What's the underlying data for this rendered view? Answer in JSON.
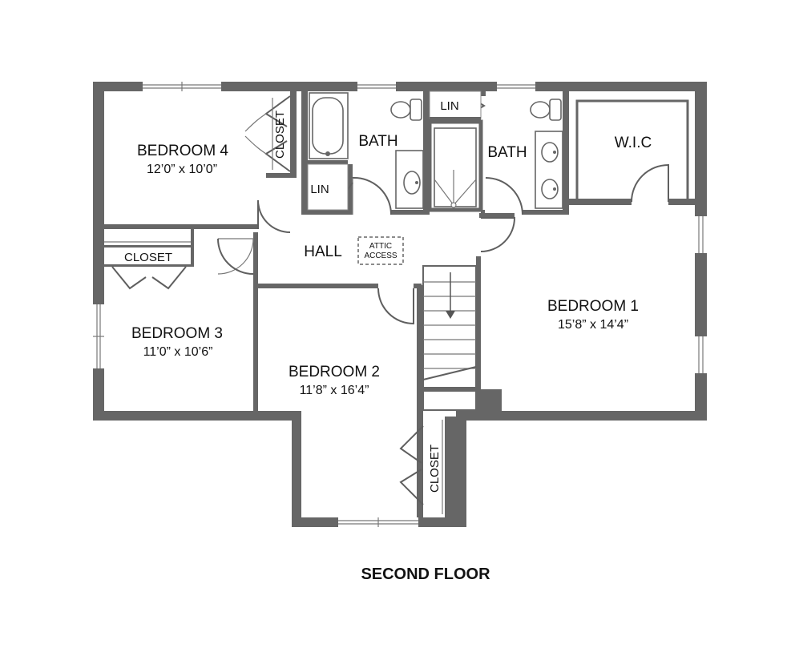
{
  "plan": {
    "title": "SECOND FLOOR",
    "wall_color": "#666666",
    "rooms": {
      "bedroom4": {
        "name": "BEDROOM 4",
        "dims": "12’0” x 10’0”"
      },
      "bedroom3": {
        "name": "BEDROOM 3",
        "dims": "11’0” x 10’6”"
      },
      "bedroom2": {
        "name": "BEDROOM 2",
        "dims": "11’8” x 16’4”"
      },
      "bedroom1": {
        "name": "BEDROOM 1",
        "dims": "15’8” x 14’4”"
      },
      "bath_hall": {
        "name": "BATH"
      },
      "bath_master": {
        "name": "BATH"
      },
      "wic": {
        "name": "W.I.C"
      },
      "hall": {
        "name": "HALL"
      }
    },
    "labels": {
      "closet_bedroom4": "CLOSET",
      "closet_bedroom3": "CLOSET",
      "closet_bedroom2": "CLOSET",
      "linen_hall": "LIN",
      "linen_master": "LIN",
      "attic_line1": "ATTIC",
      "attic_line2": "ACCESS"
    }
  }
}
